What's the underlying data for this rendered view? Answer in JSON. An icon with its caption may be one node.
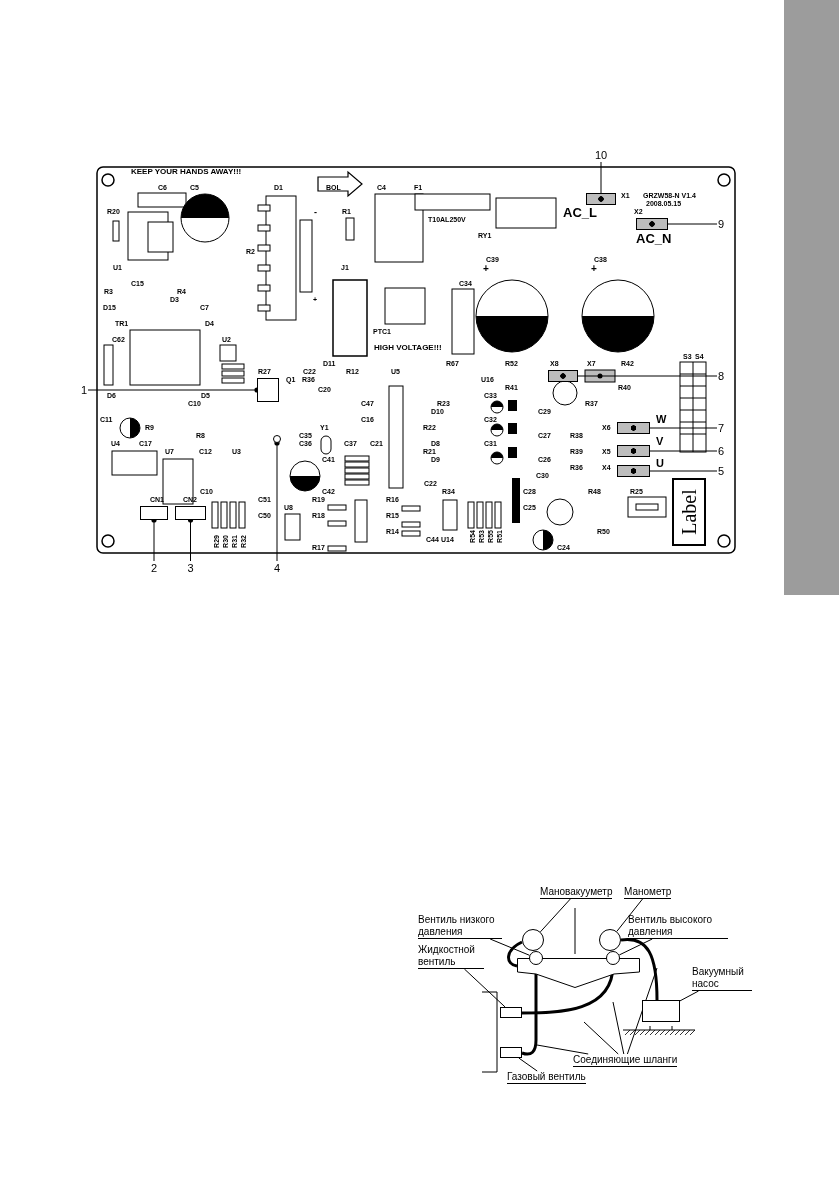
{
  "diagram": {
    "nodes": [
      {
        "text": [
          "1"
        ]
      },
      {
        "text": [],
        "shape": "box",
        "beside": [
          "R27"
        ]
      },
      {
        "text": [
          "2"
        ]
      },
      {
        "text": [],
        "shape": "box",
        "beside": [
          "CN1"
        ]
      },
      {
        "text": [
          "3"
        ]
      },
      {
        "text": [],
        "shape": "box",
        "beside": [
          "CN2"
        ]
      },
      {
        "text": [
          "4"
        ]
      },
      {
        "text": [],
        "shape": "circle"
      },
      {
        "text": [
          "5"
        ]
      },
      {
        "text": [],
        "shape": "box",
        "beside": [
          "X4"
        ]
      },
      {
        "text": [
          "6"
        ]
      },
      {
        "text": [],
        "shape": "box",
        "beside": [
          "X5"
        ]
      },
      {
        "text": [
          "7"
        ]
      },
      {
        "text": [],
        "shape": "box",
        "beside": [
          "X6"
        ]
      },
      {
        "text": [
          "8"
        ]
      },
      {
        "text": [],
        "shape": "box",
        "beside": [
          "X8"
        ]
      },
      {
        "text": [
          "9"
        ]
      },
      {
        "text": [],
        "shape": "box",
        "beside": [
          "X2"
        ]
      },
      {
        "text": [
          "10"
        ]
      },
      {
        "text": [],
        "shape": "box",
        "beside": [
          "X1"
        ]
      },
      {
        "text": [
          "Мановакууметр"
        ]
      },
      {
        "text": [],
        "shape": "circle"
      },
      {
        "text": [
          "Манометр"
        ]
      },
      {
        "text": [],
        "shape": "circle"
      },
      {
        "text": [
          "Вентиль низкого давления"
        ]
      },
      {
        "text": [],
        "shape": "circle"
      },
      {
        "text": [
          "Вентиль высокого давления"
        ]
      },
      {
        "text": [],
        "shape": "circle"
      },
      {
        "text": [
          "Жидкостной вентиль"
        ]
      },
      {
        "text": [],
        "shape": "box"
      },
      {
        "text": [
          "Вакуумный насос"
        ]
      },
      {
        "text": [],
        "shape": "box"
      },
      {
        "text": [
          "Соединяющие шланги"
        ]
      },
      {
        "text": [
          "Газовый вентиль"
        ]
      },
      {
        "text": [],
        "shape": "box"
      },
      {
        "text": [
          "Label"
        ]
      },
      {
        "text": [],
        "shape": "bar"
      },
      {
        "text": [],
        "shape": "box"
      }
    ],
    "edges": [
      {
        "from": 0,
        "to": 1,
        "arrow": "other"
      },
      {
        "from": 2,
        "to": 3,
        "arrow": "other"
      },
      {
        "from": 4,
        "to": 5,
        "arrow": "other"
      },
      {
        "from": 6,
        "to": 7,
        "arrow": "other"
      },
      {
        "from": 8,
        "to": 9,
        "arrow": "none"
      },
      {
        "from": 10,
        "to": 11,
        "arrow": "none"
      },
      {
        "from": 12,
        "to": 13,
        "arrow": "none"
      },
      {
        "from": 14,
        "to": 15,
        "arrow": "none"
      },
      {
        "from": 16,
        "to": 17,
        "arrow": "none"
      },
      {
        "from": 18,
        "to": 19,
        "arrow": "none"
      },
      {
        "from": 20,
        "to": 21,
        "arrow": "none"
      },
      {
        "from": 22,
        "to": 23,
        "arrow": "none"
      },
      {
        "from": 24,
        "to": 25,
        "arrow": "none"
      },
      {
        "from": 26,
        "to": 27,
        "arrow": "none"
      },
      {
        "from": 28,
        "to": 29,
        "arrow": "none"
      },
      {
        "from": 30,
        "to": 31,
        "arrow": "none"
      },
      {
        "from": 32,
        "to": null,
        "arrow": "none"
      },
      {
        "from": 32,
        "to": null,
        "arrow": "none"
      },
      {
        "from": 32,
        "to": null,
        "arrow": "none"
      },
      {
        "from": 32,
        "to": null,
        "arrow": "none"
      },
      {
        "from": 33,
        "to": 34,
        "arrow": "none"
      },
      {
        "from": 23,
        "to": 31,
        "arrow": "none",
        "style": "thick"
      },
      {
        "from": 25,
        "to": 34,
        "arrow": "none",
        "style": "thick"
      },
      {
        "from": 27,
        "to": 29,
        "arrow": "none",
        "style": "thick"
      },
      {
        "from": 21,
        "to": 37,
        "arrow": "none",
        "style": "thick"
      }
    ],
    "labels": [
      "KEEP YOUR HANDS AWAY!!!",
      "C6",
      "C5",
      "D1",
      "BOL",
      "C4",
      "F1",
      "GRZW58-N V1.4",
      "2008.05.15",
      "R20",
      "-",
      "R1",
      "AC_L",
      "T10AL250V",
      "RY1",
      "AC_N",
      "R2",
      "C39",
      "C38",
      "U1",
      "J1",
      "+",
      "+",
      "C15",
      "C34",
      "R3",
      "R4",
      "D3",
      "+",
      "D15",
      "C7",
      "TR1",
      "D4",
      "PTC1",
      "C62",
      "U2",
      "HIGH VOLTAGE!!!",
      "S3",
      "S4",
      "D11",
      "R67",
      "R52",
      "X7",
      "R42",
      "C22",
      "R12",
      "U5",
      "Q1",
      "R36",
      "U16",
      "C20",
      "R41",
      "R40",
      "D6",
      "D5",
      "C33",
      "C10",
      "C47",
      "R23",
      "R37",
      "D10",
      "C29",
      "C11",
      "C16",
      "C32",
      "R9",
      "Y1",
      "R22",
      "W",
      "R8",
      "C35",
      "C27",
      "R38",
      "U4",
      "C17",
      "C36",
      "C37",
      "C21",
      "D8",
      "C31",
      "V",
      "U7",
      "C12",
      "U3",
      "R21",
      "R39",
      "C41",
      "D9",
      "C26",
      "R36",
      "U",
      "C30",
      "C22",
      "C10",
      "C42",
      "R34",
      "C28",
      "R48",
      "R25",
      "C51",
      "R19",
      "R16",
      "U8",
      "C25",
      "C50",
      "R18",
      "R15",
      "R14",
      "R50",
      "R29",
      "R30",
      "R31",
      "R32",
      "C44",
      "U14",
      "R54",
      "R53",
      "R55",
      "R51",
      "R17",
      "C24"
    ]
  }
}
